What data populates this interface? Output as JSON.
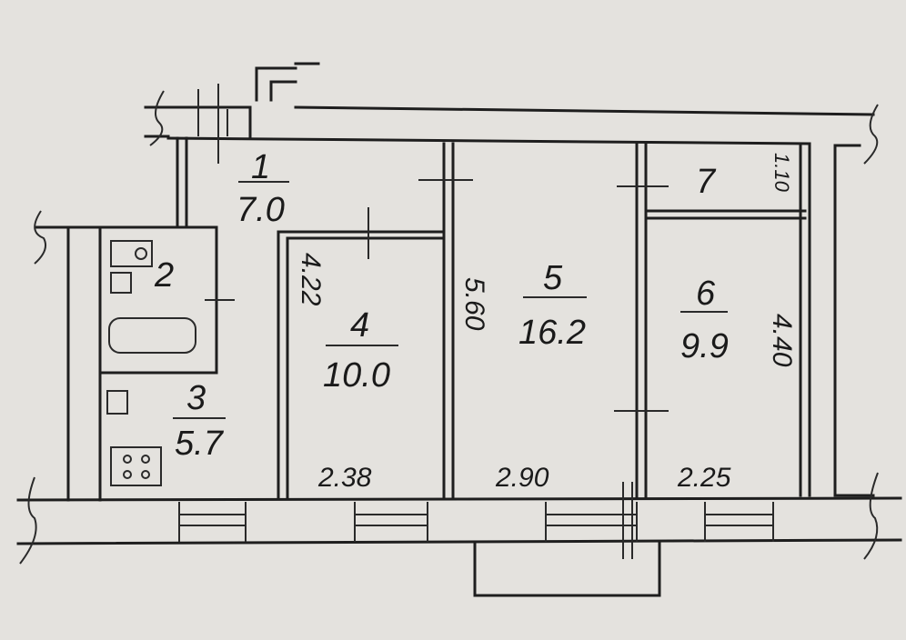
{
  "rooms": [
    {
      "number": "1",
      "area": "7.0"
    },
    {
      "number": "2"
    },
    {
      "number": "3",
      "area": "5.7"
    },
    {
      "number": "4",
      "area": "10.0"
    },
    {
      "number": "5",
      "area": "16.2"
    },
    {
      "number": "6",
      "area": "9.9"
    },
    {
      "number": "7"
    }
  ],
  "dimensions": {
    "room4_width": "2.38",
    "room5_width": "2.90",
    "room6_width": "2.25",
    "room4_length": "4.22",
    "room5_length": "5.60",
    "room6_length": "4.40",
    "room7_depth": "1.10"
  },
  "colors": {
    "paper": "#e4e2de",
    "ink": "#1e1e1e"
  }
}
